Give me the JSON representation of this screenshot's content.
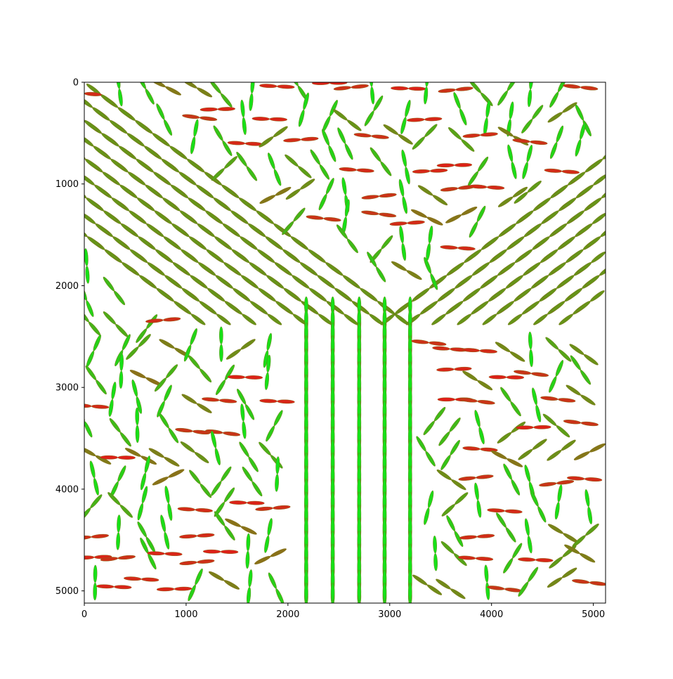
{
  "chart_data": {
    "type": "scatter",
    "title": "",
    "xlabel": "",
    "ylabel": "",
    "xlim": [
      0,
      5120
    ],
    "ylim": [
      5120,
      0
    ],
    "y_inverted": true,
    "grid": false,
    "legend": "none",
    "xticks": [
      0,
      1000,
      2000,
      3000,
      4000,
      5000
    ],
    "yticks": [
      0,
      1000,
      2000,
      3000,
      4000,
      5000
    ],
    "marker": "elongated ellipse glyph, colored by orientation",
    "colors": {
      "vertical": "#16e11f",
      "diagonal": "#a9b21f",
      "horizontal": "#e01518",
      "edge": "#7a6a10",
      "connector": "#8a8aa8"
    },
    "fibers": {
      "left_diagonal_band": {
        "x": [
          0,
          3050
        ],
        "y": [
          0,
          2280
        ],
        "orientation_deg": 37
      },
      "right_diagonal_band": {
        "x": [
          3050,
          5120
        ],
        "y": [
          0,
          2280
        ],
        "orientation_deg": -37
      },
      "vertical_columns": {
        "x": [
          2180,
          2440,
          2700,
          2950,
          3200
        ],
        "y": [
          2240,
          5120
        ],
        "orientation_deg": 90
      },
      "scattered_background": {
        "orientation": "random",
        "regions": "remaining area"
      }
    }
  }
}
